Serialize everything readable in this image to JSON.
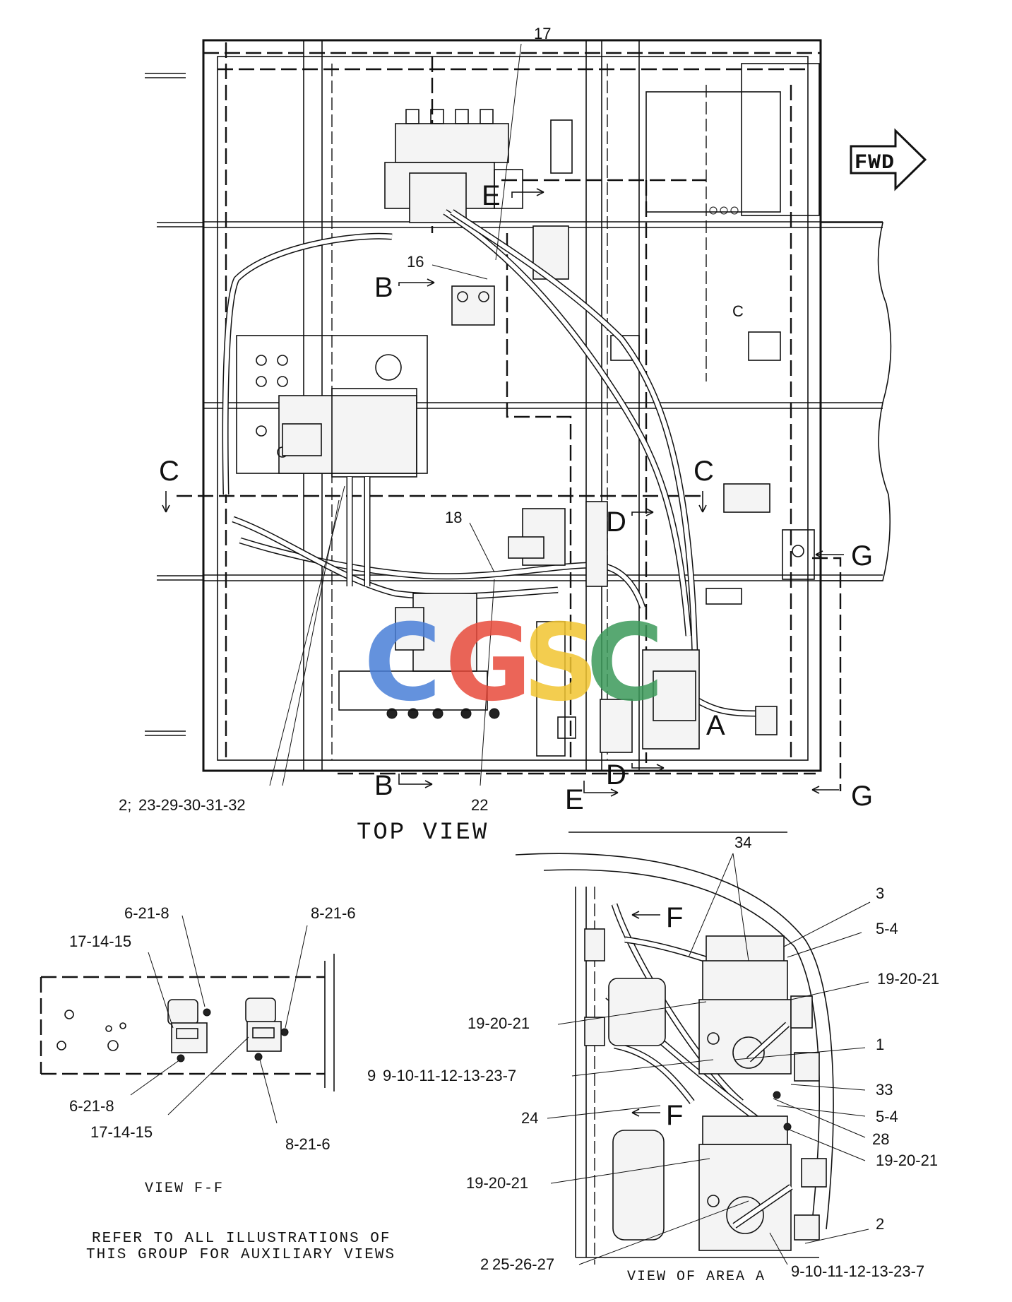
{
  "diagram": {
    "top_view": {
      "title": "TOP VIEW",
      "direction_label": "FWD",
      "callouts": {
        "c17": "17",
        "c16": "16",
        "c18": "18",
        "c22": "22",
        "c23": "23-29-30-31-32",
        "c23_prefix": "2;"
      },
      "section_letters": {
        "b_top": "B",
        "b_bottom": "B",
        "c_left": "C",
        "c_right": "C",
        "c_small": "C",
        "d_top": "D",
        "d_bottom": "D",
        "e_top": "E",
        "e_bottom": "E",
        "g_top": "G",
        "g_bottom": "G",
        "a_area": "A"
      }
    },
    "view_ff": {
      "title": "VIEW F-F",
      "callouts": {
        "top_left_a": "6-21-8",
        "top_left_b": "17-14-15",
        "top_right": "8-21-6",
        "bottom_left_a": "6-21-8",
        "bottom_left_b": "17-14-15",
        "bottom_right": "8-21-6"
      }
    },
    "note": {
      "line1": "REFER TO ALL ILLUSTRATIONS OF",
      "line2": "THIS GROUP FOR AUXILIARY VIEWS"
    },
    "view_area_a": {
      "title": "VIEW OF AREA A",
      "section_letters": {
        "f_top": "F",
        "f_bottom": "F"
      },
      "callouts": {
        "c34": "34",
        "c3": "3",
        "c54_top": "5-4",
        "c192021_r1": "19-20-21",
        "c192021_l1": "19-20-21",
        "c1": "1",
        "c9_left": "9-10-11-12-13-23-7",
        "c9_left_prefix": "9",
        "c33": "33",
        "c24": "24",
        "c54_bottom": "5-4",
        "c28": "28",
        "c192021_r2": "19-20-21",
        "c192021_l2": "19-20-21",
        "c2": "2",
        "c252627": "25-26-27",
        "c252627_prefix": "2",
        "c9_bottom": "9-10-11-12-13-23-7"
      }
    },
    "watermark": {
      "letters": [
        "C",
        "G",
        "S",
        "C"
      ],
      "colors": [
        "#4a7fd8",
        "#e84b3c",
        "#f2c531",
        "#3c9a5a"
      ]
    }
  }
}
